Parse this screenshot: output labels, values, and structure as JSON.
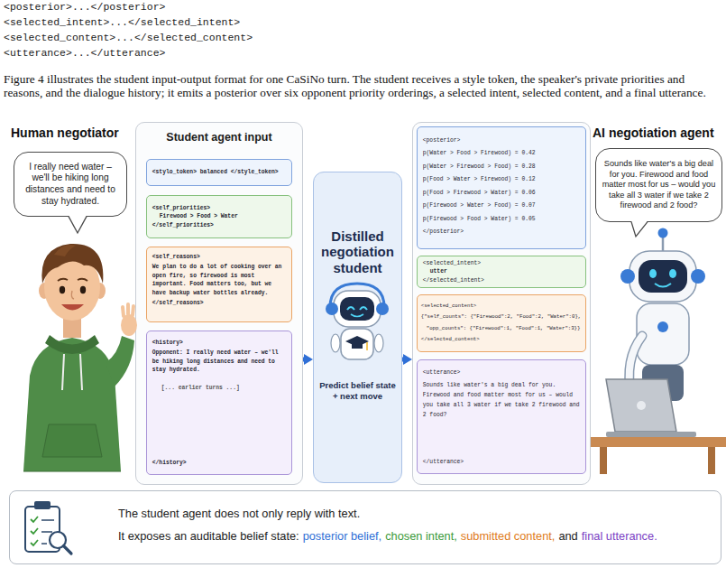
{
  "diagram": {
    "nodes": [
      {
        "text": [
          "I really need water – we'll be hiking long distances and need to stay hydrated."
        ]
      },
      {
        "text": [
          "Student agent input"
        ]
      },
      {
        "text": [
          "<stylo_token> balanced </style_token>"
        ],
        "in": 1
      },
      {
        "text": [
          "<self_priorities>",
          "Firewood > Food > Water",
          "</self_priorities>"
        ],
        "in": 1
      },
      {
        "text": [
          "<self_reasons>",
          "We plan to do a lot of cooking over an open fire, so firewood is most important. Food matters too, but we have backup water bottles already.",
          "</self_reasons>"
        ],
        "in": 1
      },
      {
        "text": [
          "<history>",
          "Opponent: I really need water – we'll be hiking long distances and need to stay hydrated.",
          "[... earlier turns ...]",
          "</history>"
        ],
        "in": 1
      },
      {
        "text": [
          "Distilled negotiation student",
          "Predict belief state + next move"
        ]
      },
      {
        "text": []
      },
      {
        "text": [
          "<posterior>",
          "p(Water > Food > Firewood) = 0.42",
          "p(Water > Firewood > Food) = 0.28",
          "p(Food > Water > Firewood) = 0.12",
          "p(Food > Firewood > Water) = 0.06",
          "p(Firewood > Water > Food) = 0.07",
          "p(Firewood > Food > Water) = 0.05",
          "</posterior>"
        ],
        "in": 7
      },
      {
        "text": [
          "<selected_intent>",
          "utter",
          "</selected_intent>"
        ],
        "in": 7
      },
      {
        "text": [
          "<selected_content>",
          "{\"self_counts\": {\"Firewood\":2, \"Food\":2, \"Water\":0},",
          "\"opp_counts\": {\"Firewood\":1, \"Food\":1, \"Water\":3}}",
          "</selected_content>"
        ],
        "in": 7
      },
      {
        "text": [
          "<utterance>",
          "Sounds like water's a big deal for you. Firewood and food matter most for us – would you take all 3 water if we take 2 firewood and 2 food?",
          "</utterance>"
        ],
        "in": 7
      },
      {
        "text": [
          "Sounds like water's a big deal for you. Firewood and food matter most for us – would you take all 3 water if we take 2 firewood and 2 food?"
        ]
      },
      {
        "text": [
          "The student agent does not only reply with text.",
          "It exposes an auditable belief state:",
          "posterior belief,",
          "chosen intent,",
          "submitted content,",
          "and",
          "final utterance."
        ]
      }
    ],
    "edges": [
      {
        "from": 1,
        "to": 6,
        "arrow": "to"
      },
      {
        "from": 6,
        "to": 7,
        "arrow": "to"
      }
    ],
    "labels": [
      "<posterior>...</posterior>",
      "<selected_intent>...</selected_intent>",
      "<selected_content>...</selected_content>",
      "<utterance>...</utterance>",
      "Figure 4 illustrates the student input-output format for one CaSiNo turn. The student receives a style token, the speaker's private priorities and reasons, and the dialogue history; it emits a posterior over six opponent priority orderings, a selected intent, selected content, and a final utterance.",
      "Human negotiator",
      "AI negotiation agent"
    ]
  }
}
